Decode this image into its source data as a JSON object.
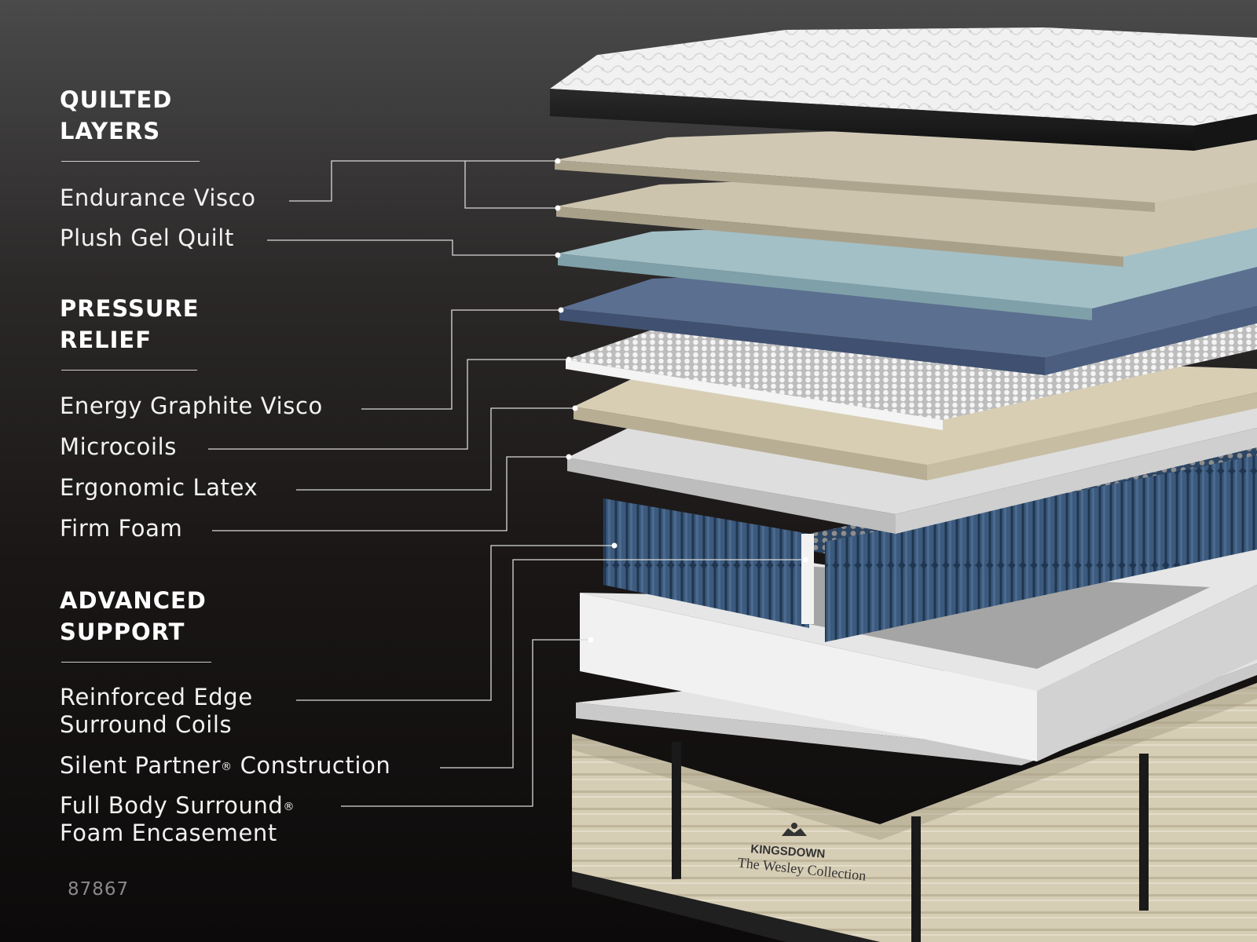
{
  "sections": [
    {
      "title": "QUILTED\nLAYERS",
      "items": [
        "Endurance Visco",
        "Plush Gel Quilt"
      ]
    },
    {
      "title": "PRESSURE\nRELIEF",
      "items": [
        "Energy Graphite Visco",
        "Microcoils",
        "Ergonomic Latex",
        "Firm Foam"
      ]
    },
    {
      "title": "ADVANCED\nSUPPORT",
      "items": [
        {
          "text": "Reinforced Edge\nSurround Coils"
        },
        {
          "text": "Silent Partner",
          "mark": "®",
          "rest": " Construction"
        },
        {
          "text": "Full Body Surround",
          "mark": "®",
          "rest": "\nFoam Encasement"
        }
      ]
    }
  ],
  "model_number": "87867",
  "brand": {
    "name": "KINGSDOWN",
    "collection": "The Wesley Collection"
  },
  "colors": {
    "cover": "#f2f2f2",
    "cover_band": "#1c1c1c",
    "visco_layer": "#cfc6b1",
    "gel_layer": "#9fbcc4",
    "graphite_layer": "#56698a",
    "microcoils": "#e8e8e8",
    "latex_layer": "#d7ceb4",
    "firm_foam": "#d9d9d9",
    "coils": "#2f4a66",
    "foam_frame": "#ececec",
    "base_fabric": "#d8cfb8"
  }
}
